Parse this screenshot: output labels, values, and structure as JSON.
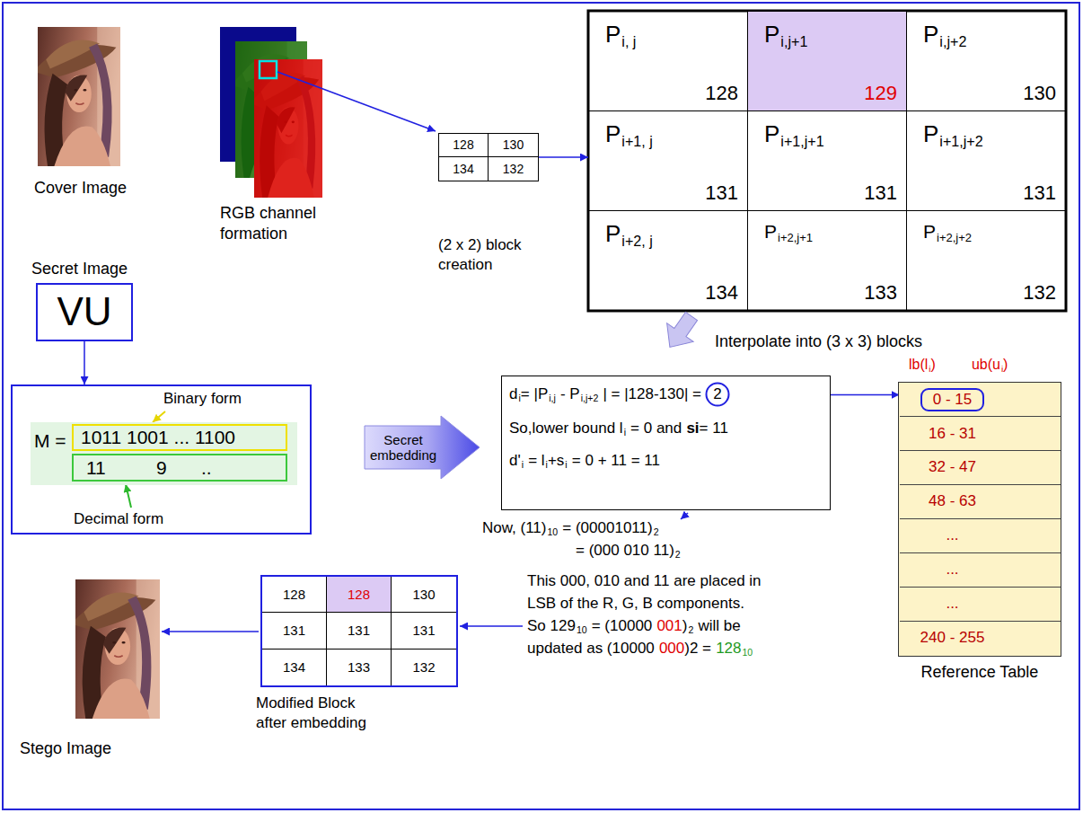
{
  "diagram": {
    "nodes": [
      {
        "text": [
          "128",
          "130",
          "134",
          "132"
        ]
      },
      {
        "text": [
          "P",
          "i, j",
          "128"
        ]
      },
      {
        "text": [
          "P",
          "i,j+1",
          "129"
        ]
      },
      {
        "text": [
          "P",
          "i,j+2",
          "130"
        ]
      },
      {
        "text": [
          "P",
          "i+1, j",
          "131"
        ]
      },
      {
        "text": [
          "P",
          "i+1,j+1",
          "131"
        ]
      },
      {
        "text": [
          "P",
          "i+1,j+2",
          "131"
        ]
      },
      {
        "text": [
          "P",
          "i+2, j",
          "134"
        ]
      },
      {
        "text": [
          "P",
          "i+2,j+1",
          "133"
        ]
      },
      {
        "text": [
          "P",
          "i+2,j+2",
          "132"
        ]
      },
      {
        "text": [
          "VU"
        ]
      },
      {
        "text": [
          "Binary form",
          "Decimal form"
        ]
      },
      {
        "text": [
          "M ="
        ],
        "in": 11
      },
      {
        "text": [
          "1011 1001 ... 1100"
        ],
        "in": 12
      },
      {
        "text": [
          "11",
          "9",
          ".."
        ],
        "in": 12
      },
      {
        "text": [
          "Secret embedding"
        ]
      },
      {
        "text": [
          "d",
          "i",
          "= |P",
          "i,j",
          "- P",
          "i,j+2",
          "| = |128-130| =",
          "So,lower bound l",
          "i",
          "= 0 and",
          "si",
          "= 11",
          "d'",
          "i",
          "= l",
          "i",
          "+s",
          "i",
          "= 0 + 11 = 11"
        ]
      },
      {
        "text": [
          "2"
        ],
        "in": 16
      },
      {
        "text": [
          "Reference Table"
        ]
      },
      {
        "text": [
          "0 - 15"
        ],
        "in": 18
      },
      {
        "text": [
          "16 - 31"
        ],
        "in": 18
      },
      {
        "text": [
          "32 - 47"
        ],
        "in": 18
      },
      {
        "text": [
          "48 - 63"
        ],
        "in": 18
      },
      {
        "text": [
          "..."
        ],
        "in": 18
      },
      {
        "text": [
          "..."
        ],
        "in": 18
      },
      {
        "text": [
          "..."
        ],
        "in": 18
      },
      {
        "text": [
          "240 - 255"
        ],
        "in": 18
      },
      {
        "text": [
          "128",
          "128",
          "130",
          "131",
          "131",
          "131",
          "134",
          "133",
          "132"
        ]
      }
    ],
    "edges": [
      {
        "from": 0,
        "to": 4,
        "arrow": "to"
      },
      {
        "from": 10,
        "to": 11,
        "arrow": "to"
      },
      {
        "from": 17,
        "to": 19,
        "arrow": "to"
      }
    ],
    "labels": [
      "Cover Image",
      "RGB channel formation",
      "(2 x 2) block creation",
      "Secret Image",
      "Interpolate into (3 x 3) blocks",
      "lb(l",
      "i",
      ")",
      "ub(u",
      "i",
      ")",
      "Now, (11)",
      "10",
      "= (00001011)",
      "2",
      "= (000 010 11)",
      "2",
      "This 000, 010 and 11 are placed in",
      "LSB of the R, G, B components.",
      "So 129",
      "10",
      "= (10000",
      "001",
      ")",
      "2",
      "will be",
      "updated as (10000",
      "000",
      ")2 =",
      "128",
      "10",
      "Modified Block after embedding",
      "Stego Image"
    ]
  }
}
